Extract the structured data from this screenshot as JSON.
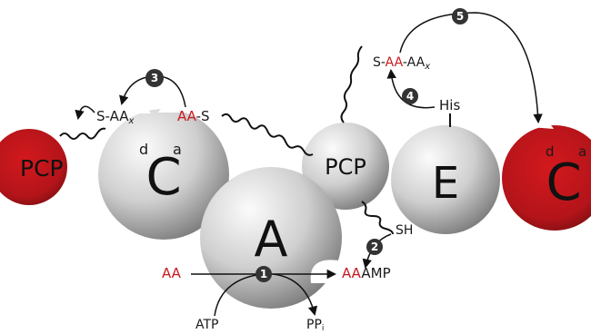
{
  "modules": {
    "pcp_left": "PCP",
    "c_left": "C",
    "a": "A",
    "pcp_center": "PCP",
    "e": "E",
    "c_right": "C"
  },
  "subsites": {
    "d": "d",
    "a": "a",
    "d_right": "d",
    "a_right": "a"
  },
  "labels": {
    "s_aax_left_prefix": "S-AA",
    "s_aax_left_sub": "x",
    "aa_s_aa": "AA",
    "aa_s_s": "-S",
    "top_s": "S-",
    "top_aa": "AA",
    "top_aax": "-AA",
    "top_aax_sub": "x",
    "his": "His",
    "sh": "SH",
    "aa_in": "AA",
    "aa_amp_aa": "AA",
    "aa_amp_amp": "AMP",
    "atp": "ATP",
    "ppi": "PP",
    "ppi_sub": "i"
  },
  "steps": [
    "1",
    "2",
    "3",
    "4",
    "5"
  ],
  "colors": {
    "red": "#c8191e",
    "step_badge": "#333333",
    "sphere_light": "#f4f4f4",
    "sphere_dark": "#8a8a8a"
  }
}
